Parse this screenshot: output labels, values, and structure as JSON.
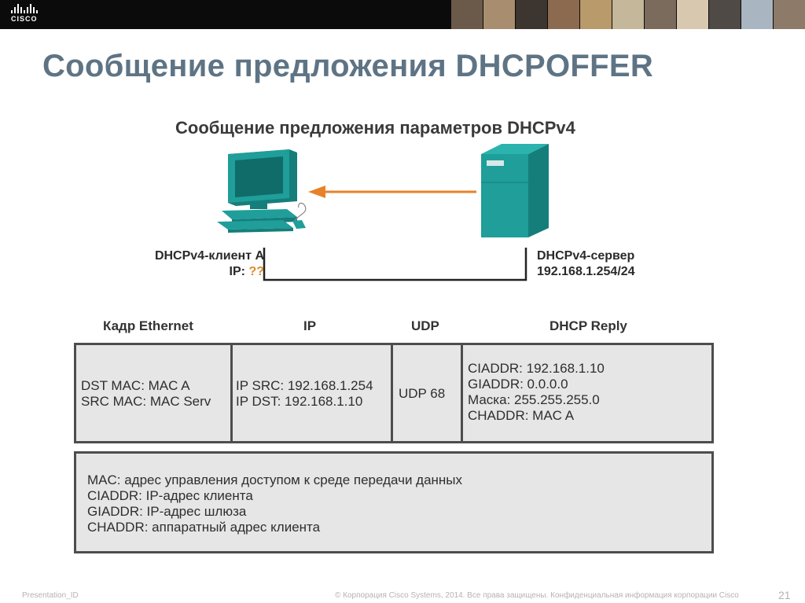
{
  "brand": {
    "logo_text": "CISCO"
  },
  "slide": {
    "title": "Сообщение предложения DHCPOFFER"
  },
  "diagram": {
    "title": "Сообщение предложения параметров DHCPv4",
    "client": {
      "name": "DHCPv4-клиент A",
      "ip_label": "IP:",
      "ip_value": "??"
    },
    "server": {
      "name": "DHCPv4-сервер",
      "address": "192.168.1.254/24"
    },
    "colors": {
      "device": "#1f9e9a",
      "device_dark": "#157e7b",
      "arrow": "#e8822a",
      "frame_border": "#4d4d4d",
      "frame_fill": "#e6e6e6"
    }
  },
  "frame": {
    "headers": {
      "ethernet": "Кадр Ethernet",
      "ip": "IP",
      "udp": "UDP",
      "dhcp": "DHCP Reply"
    },
    "ethernet": [
      "DST MAC: MAC A",
      "SRC MAC: MAC Serv"
    ],
    "ip": [
      "IP SRC: 192.168.1.254",
      "IP DST: 192.168.1.10"
    ],
    "udp": [
      "UDP 68"
    ],
    "dhcp": [
      "CIADDR: 192.168.1.10",
      "GIADDR: 0.0.0.0",
      "Маска: 255.255.255.0",
      "CHADDR: MAC A"
    ]
  },
  "legend": [
    "MAC: адрес управления доступом к среде передачи данных",
    "CIADDR: IP-адрес клиента",
    "GIADDR: IP-адрес шлюза",
    "CHADDR: аппаратный адрес клиента"
  ],
  "footer": {
    "presentation_id": "Presentation_ID",
    "copyright": "© Корпорация Cisco Systems, 2014. Все права защищены. Конфиденциальная информация корпорации Cisco",
    "page": "21"
  }
}
